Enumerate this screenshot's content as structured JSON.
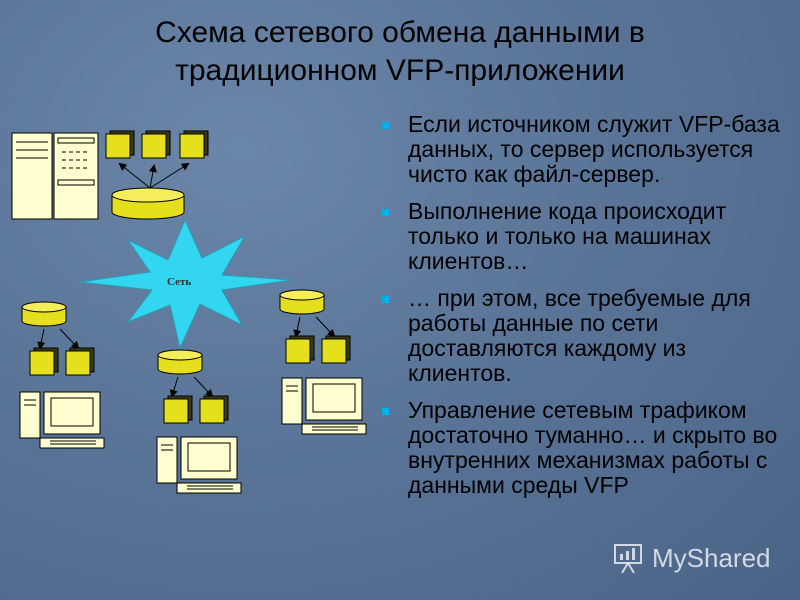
{
  "title": {
    "line1": "Схема сетевого обмена данными в",
    "line2": "традиционном VFP-приложении"
  },
  "network_label": "Сеть",
  "bullets": [
    "Если источником служит VFP-база данных, то сервер используется чисто как файл-сервер.",
    "Выполнение кода происходит только и только на машинах клиентов…",
    "… при этом, все требуемые для работы данные по сети доставляются каждому из клиентов.",
    "Управление сетевым трафиком достаточно туманно… и скрыто во внутренних механизмах работы с данными среды VFP"
  ],
  "watermark": {
    "text": "MyShared",
    "icon": "presentation-board-icon"
  },
  "colors": {
    "bullet": "#00b0e8",
    "star": "#33d6f0",
    "database": "#e6df1e",
    "computer": "#fefed0"
  }
}
